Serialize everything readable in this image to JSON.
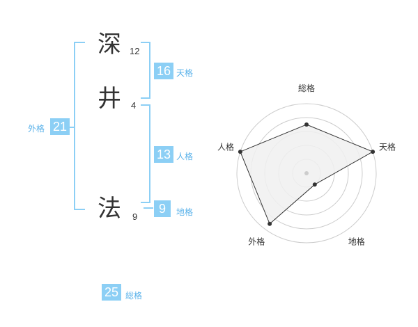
{
  "name": {
    "chars": [
      {
        "kanji": "深",
        "strokes": "12"
      },
      {
        "kanji": "井",
        "strokes": "4"
      },
      {
        "kanji": "法",
        "strokes": "9"
      }
    ]
  },
  "kakusu": {
    "tenkaku": {
      "value": "16",
      "label": "天格"
    },
    "jinkaku": {
      "value": "13",
      "label": "人格"
    },
    "chikaku": {
      "value": "9",
      "label": "地格"
    },
    "gaikaku": {
      "value": "21",
      "label": "外格"
    },
    "soukaku": {
      "value": "25",
      "label": "総格"
    }
  },
  "colors": {
    "accent": "#8ccff5",
    "accent_text": "#5ab2ea",
    "line": "#333333",
    "fill": "#f0f0f0",
    "grid": "#cccccc"
  },
  "chart_data": {
    "type": "radar",
    "axes": [
      "総格",
      "天格",
      "地格",
      "外格",
      "人格"
    ],
    "values": [
      0.7,
      1.0,
      0.2,
      0.9,
      1.0
    ],
    "max": 1.0,
    "rings": 5
  }
}
